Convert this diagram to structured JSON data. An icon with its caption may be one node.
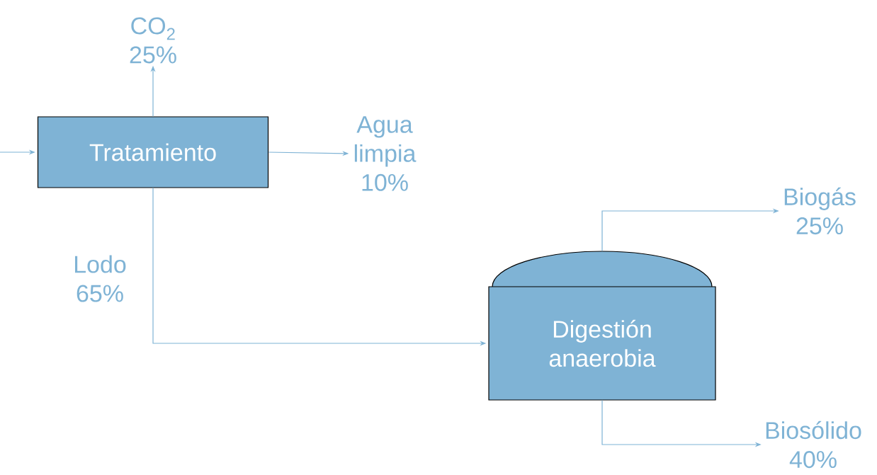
{
  "diagram": {
    "nodes": [
      {
        "text": [
          "Tratamiento"
        ]
      },
      {
        "text": [
          "CO$_{2}$ 25%"
        ]
      },
      {
        "text": [
          "Agua limpia 10%"
        ]
      },
      {
        "text": [
          "Digestión anaerobia"
        ]
      },
      {
        "text": [
          "Biogás 25%"
        ]
      },
      {
        "text": [
          "Biosólido 40%"
        ]
      }
    ],
    "edges": [
      {
        "from": null,
        "to": 0,
        "arrow": "to"
      },
      {
        "from": 0,
        "to": 1,
        "arrow": "to"
      },
      {
        "from": 0,
        "to": 2,
        "arrow": "to"
      },
      {
        "from": 0,
        "to": 3,
        "arrow": "to",
        "label": "Lodo 65%"
      },
      {
        "from": 3,
        "to": 4,
        "arrow": "to"
      },
      {
        "from": 3,
        "to": 5,
        "arrow": "to"
      }
    ]
  }
}
